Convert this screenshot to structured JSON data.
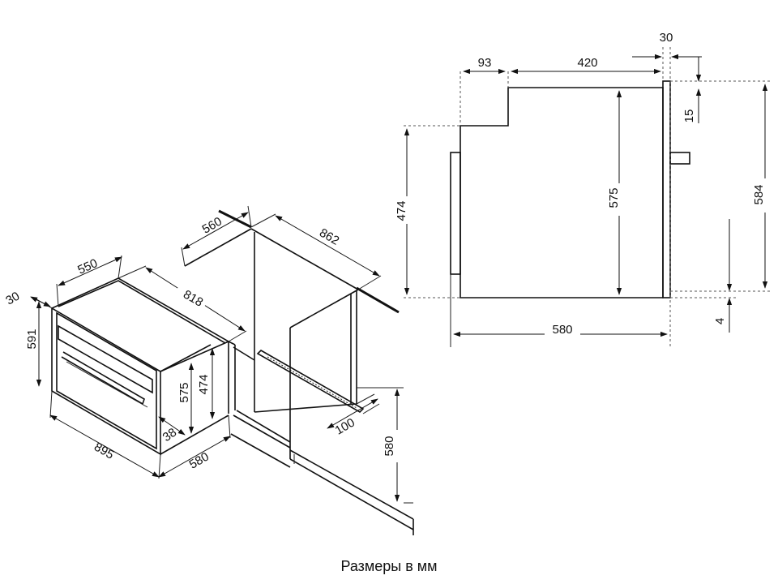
{
  "caption": "Размеры в мм",
  "side_view": {
    "d30": "30",
    "d93": "93",
    "d420": "420",
    "d15": "15",
    "d474": "474",
    "d575": "575",
    "d584": "584",
    "d4": "4",
    "d580": "580"
  },
  "iso_view": {
    "d30": "30",
    "d550": "550",
    "d560": "560",
    "d862": "862",
    "d818": "818",
    "d591": "591",
    "d575": "575",
    "d474": "474",
    "d38": "38",
    "d895": "895",
    "d580_depth": "580",
    "d100": "100",
    "d580_height": "580"
  }
}
